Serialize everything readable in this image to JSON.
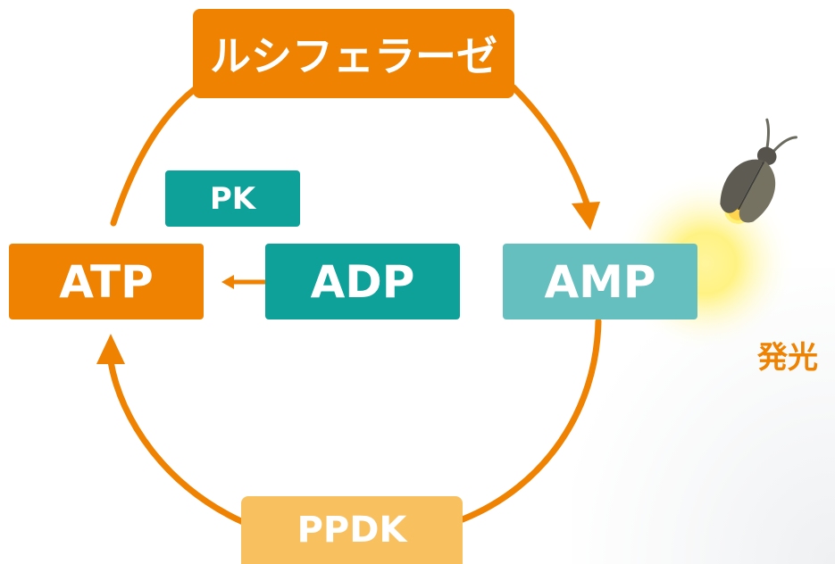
{
  "diagram": {
    "nodes": {
      "luciferase": "ルシフェラーゼ",
      "pk": "PK",
      "atp": "ATP",
      "adp": "ADP",
      "amp": "AMP",
      "ppdk": "PPDK"
    },
    "emission_label": "発光"
  },
  "colors": {
    "orange": "#ef8200",
    "teal": "#0da19a",
    "light_teal": "#65bfbf",
    "light_orange": "#f8c05f",
    "glow": "#fff176"
  },
  "icons": [
    "firefly-icon",
    "glow-icon",
    "arrow-icon"
  ]
}
